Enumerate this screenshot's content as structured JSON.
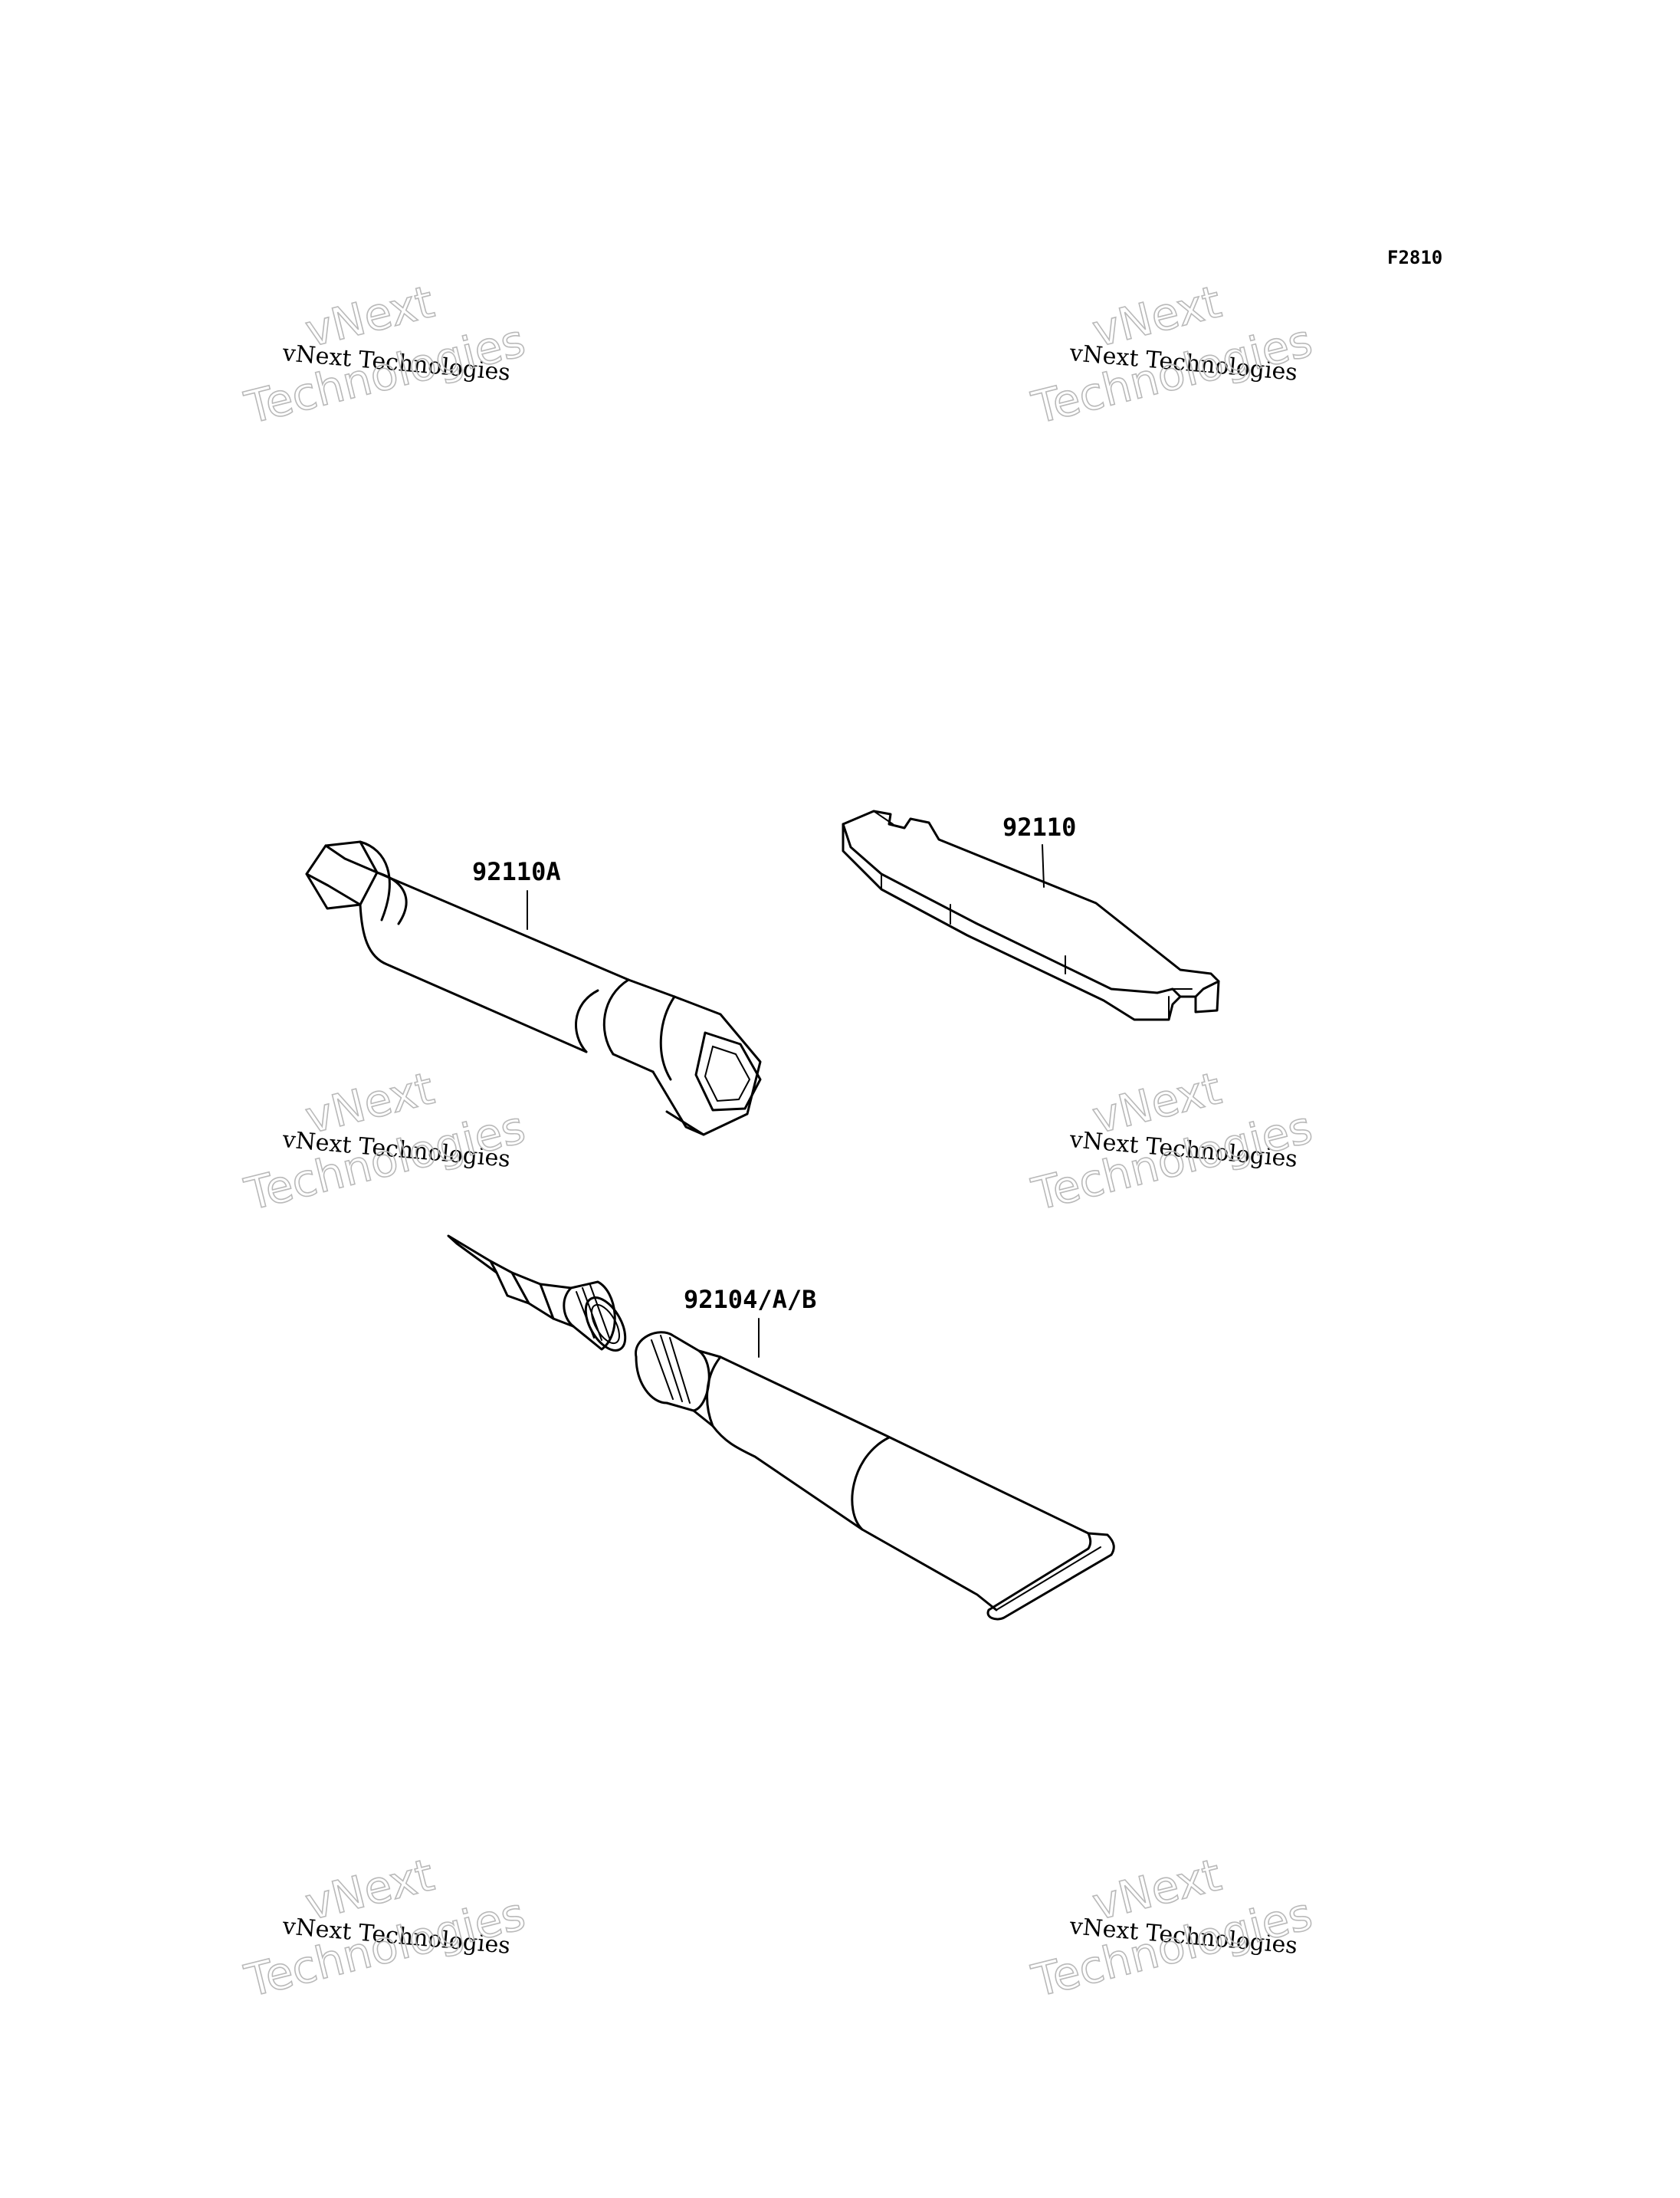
{
  "figure_id": "F2810",
  "parts": [
    {
      "number": "92110A"
    },
    {
      "number": "92110"
    },
    {
      "number": "92104/A/B"
    }
  ],
  "watermark": {
    "line_small": "vNext Technologies",
    "line_big_1": "vNext",
    "line_big_2": "Technologies"
  }
}
